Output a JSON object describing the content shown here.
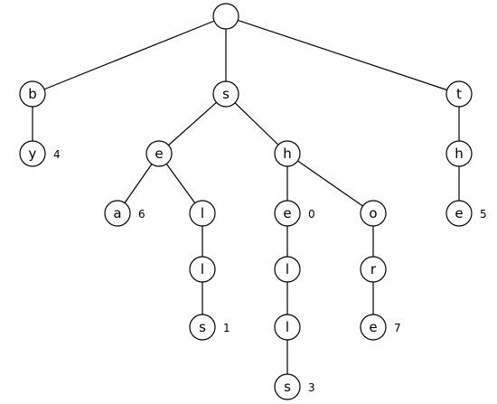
{
  "trie": {
    "nodes": [
      {
        "id": "root",
        "char": "",
        "value": ""
      },
      {
        "id": "b",
        "char": "b",
        "value": ""
      },
      {
        "id": "by",
        "char": "y",
        "value": "4"
      },
      {
        "id": "s",
        "char": "s",
        "value": ""
      },
      {
        "id": "se",
        "char": "e",
        "value": ""
      },
      {
        "id": "sea",
        "char": "a",
        "value": "6"
      },
      {
        "id": "sel",
        "char": "l",
        "value": ""
      },
      {
        "id": "sell",
        "char": "l",
        "value": ""
      },
      {
        "id": "sells",
        "char": "s",
        "value": "1"
      },
      {
        "id": "sh",
        "char": "h",
        "value": ""
      },
      {
        "id": "she",
        "char": "e",
        "value": "0"
      },
      {
        "id": "shel",
        "char": "l",
        "value": ""
      },
      {
        "id": "shell",
        "char": "l",
        "value": ""
      },
      {
        "id": "shells",
        "char": "s",
        "value": "3"
      },
      {
        "id": "sho",
        "char": "o",
        "value": ""
      },
      {
        "id": "shor",
        "char": "r",
        "value": ""
      },
      {
        "id": "shore",
        "char": "e",
        "value": "7"
      },
      {
        "id": "t",
        "char": "t",
        "value": ""
      },
      {
        "id": "th",
        "char": "h",
        "value": ""
      },
      {
        "id": "the",
        "char": "e",
        "value": "5"
      }
    ],
    "edges": [
      [
        "root",
        "b"
      ],
      [
        "b",
        "by"
      ],
      [
        "root",
        "s"
      ],
      [
        "s",
        "se"
      ],
      [
        "se",
        "sea"
      ],
      [
        "se",
        "sel"
      ],
      [
        "sel",
        "sell"
      ],
      [
        "sell",
        "sells"
      ],
      [
        "s",
        "sh"
      ],
      [
        "sh",
        "she"
      ],
      [
        "she",
        "shel"
      ],
      [
        "shel",
        "shell"
      ],
      [
        "shell",
        "shells"
      ],
      [
        "sh",
        "sho"
      ],
      [
        "sho",
        "shor"
      ],
      [
        "shor",
        "shore"
      ],
      [
        "root",
        "t"
      ],
      [
        "t",
        "th"
      ],
      [
        "th",
        "the"
      ]
    ]
  }
}
